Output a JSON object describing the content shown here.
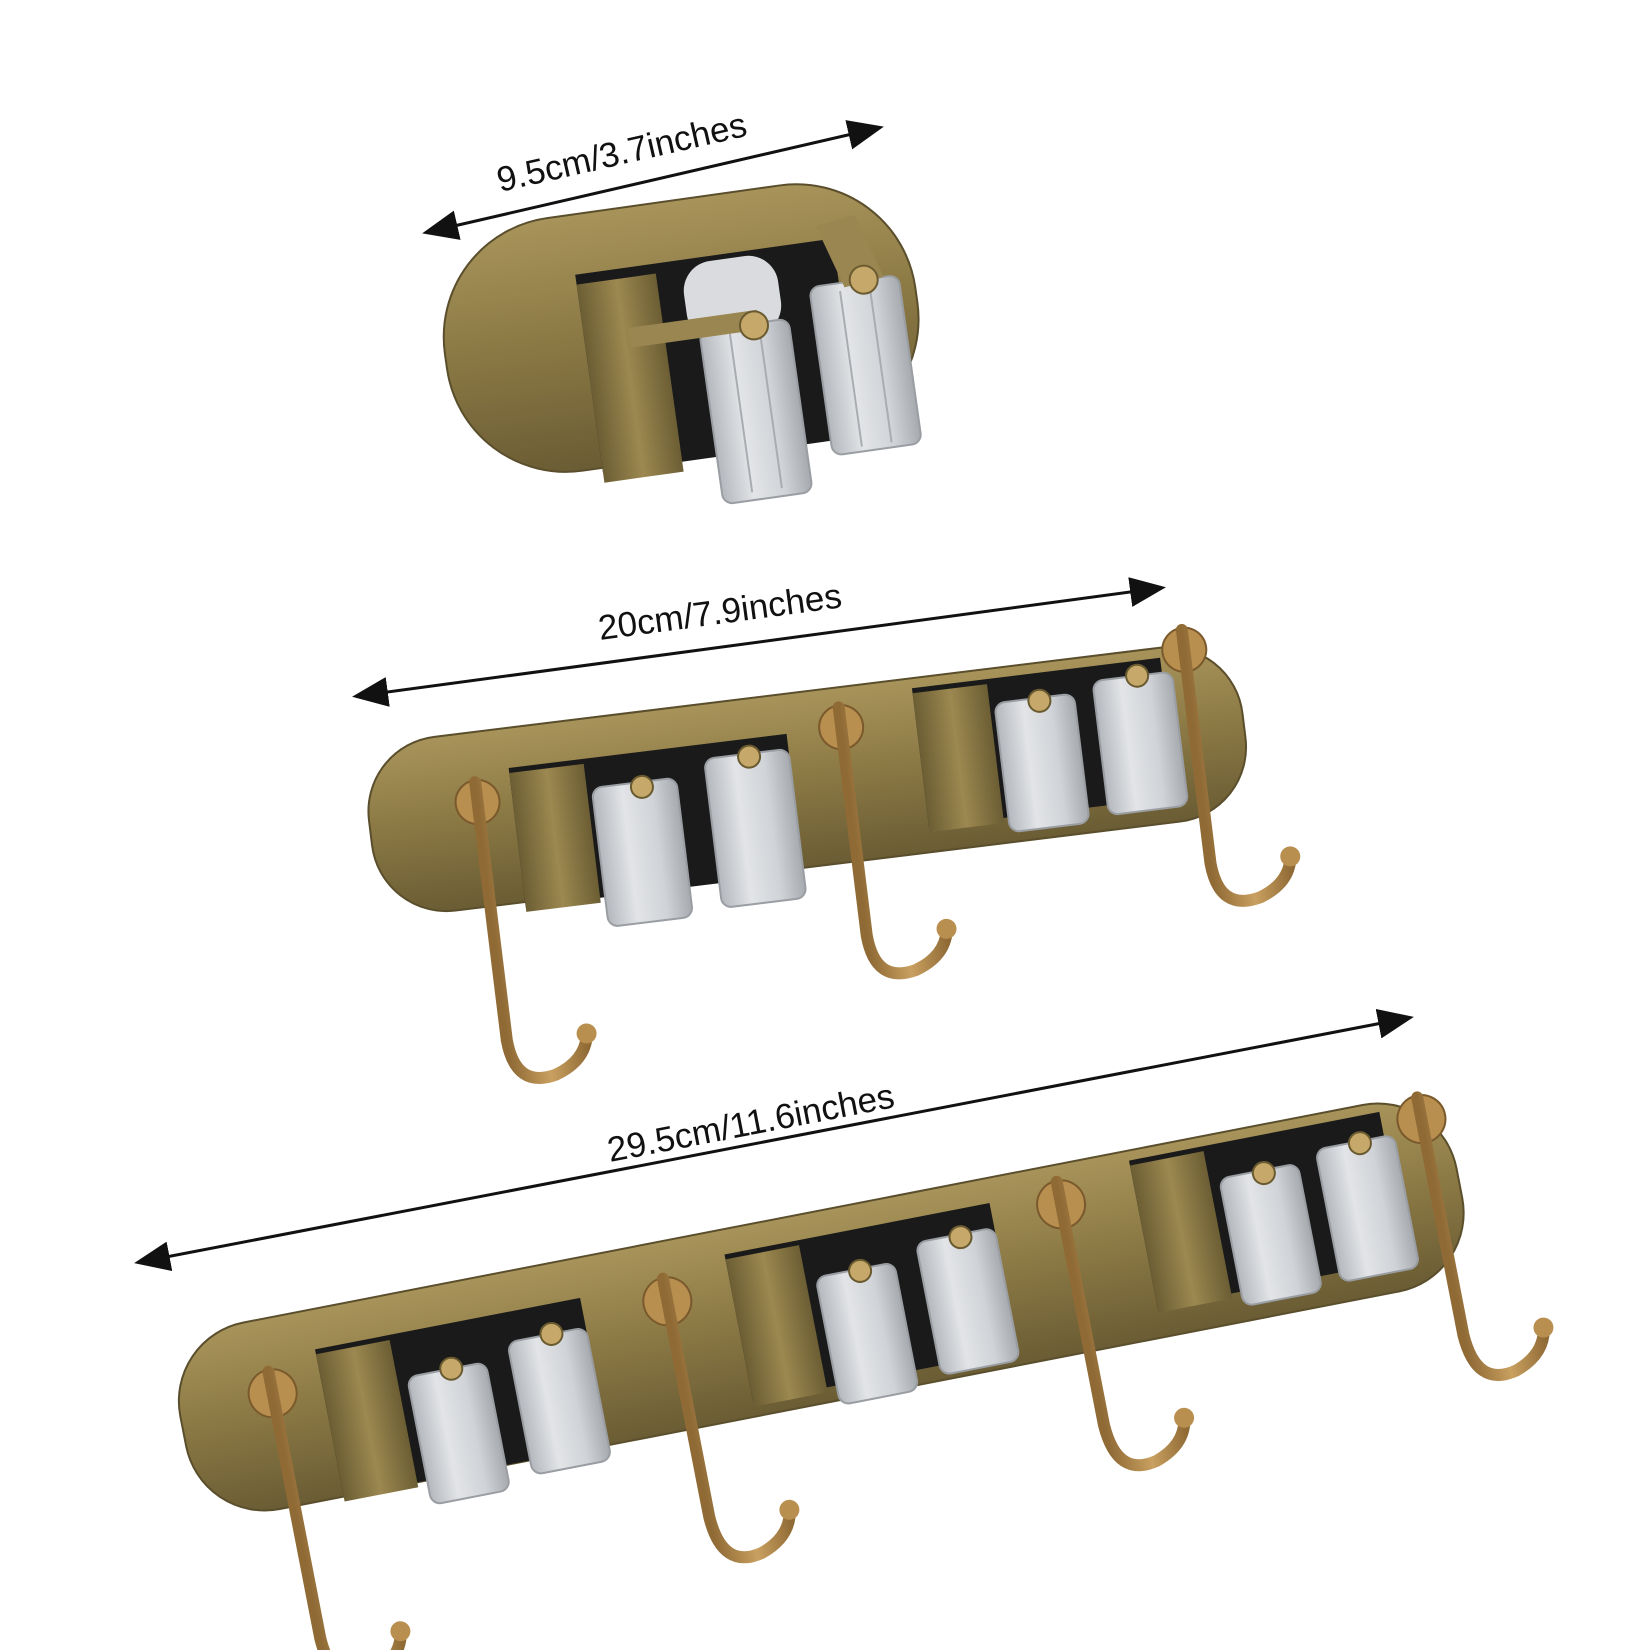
{
  "image": {
    "subject": "Antique-brass wall-mounted mop and broom holders in three sizes",
    "background_color": "#ffffff",
    "colors": {
      "brass_light": "#b09a5c",
      "brass_mid": "#8c7a44",
      "brass_dark": "#5e5230",
      "hook_brass": "#b98f50",
      "gripper_grey": "#d3d6da",
      "gripper_shadow": "#a9adb2",
      "arrow_color": "#111111"
    }
  },
  "dimensions": [
    {
      "label": "9.5cm/3.7inches",
      "holder_slots": 1,
      "hooks": 0
    },
    {
      "label": "20cm/7.9inches",
      "holder_slots": 2,
      "hooks": 3
    },
    {
      "label": "29.5cm/11.6inches",
      "holder_slots": 3,
      "hooks": 4
    }
  ]
}
